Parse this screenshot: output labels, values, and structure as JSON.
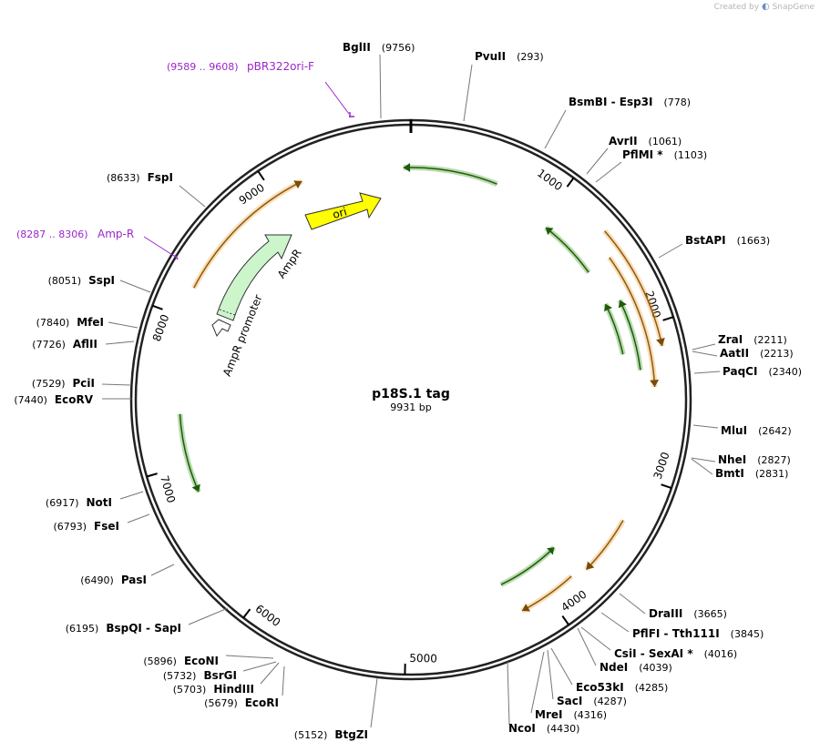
{
  "branding": {
    "created_by": "Created by",
    "product": "SnapGene"
  },
  "plasmid": {
    "name": "p18S.1 tag",
    "size": "9931 bp"
  },
  "ticks": [
    "1000",
    "2000",
    "3000",
    "4000",
    "5000",
    "6000",
    "7000",
    "8000",
    "9000"
  ],
  "sites": [
    {
      "pos": "(9756)",
      "name": "BglII"
    },
    {
      "pos": "(293)",
      "name": "PvuII"
    },
    {
      "pos": "(778)",
      "name": "BsmBI  - Esp3I"
    },
    {
      "pos": "(1061)",
      "name": "AvrII"
    },
    {
      "pos": "(1103)",
      "name": "PflMI *"
    },
    {
      "pos": "(1663)",
      "name": "BstAPI"
    },
    {
      "pos": "(2211)",
      "name": "ZraI"
    },
    {
      "pos": "(2213)",
      "name": "AatII"
    },
    {
      "pos": "(2340)",
      "name": "PaqCI"
    },
    {
      "pos": "(2642)",
      "name": "MluI"
    },
    {
      "pos": "(2827)",
      "name": "NheI"
    },
    {
      "pos": "(2831)",
      "name": "BmtI"
    },
    {
      "pos": "(3665)",
      "name": "DraIII"
    },
    {
      "pos": "(3845)",
      "name": "PflFI  - Tth111I"
    },
    {
      "pos": "(4016)",
      "name": "CsiI  - SexAI *"
    },
    {
      "pos": "(4039)",
      "name": "NdeI"
    },
    {
      "pos": "(4285)",
      "name": "Eco53kI"
    },
    {
      "pos": "(4287)",
      "name": "SacI"
    },
    {
      "pos": "(4316)",
      "name": "MreI"
    },
    {
      "pos": "(4430)",
      "name": "NcoI"
    },
    {
      "pos": "(5152)",
      "name": "BtgZI"
    },
    {
      "pos": "(5679)",
      "name": "EcoRI"
    },
    {
      "pos": "(5703)",
      "name": "HindIII"
    },
    {
      "pos": "(5732)",
      "name": "BsrGI"
    },
    {
      "pos": "(5896)",
      "name": "EcoNI"
    },
    {
      "pos": "(6195)",
      "name": "BspQI  - SapI"
    },
    {
      "pos": "(6490)",
      "name": "PasI"
    },
    {
      "pos": "(6793)",
      "name": "FseI"
    },
    {
      "pos": "(6917)",
      "name": "NotI"
    },
    {
      "pos": "(7440)",
      "name": "EcoRV"
    },
    {
      "pos": "(7529)",
      "name": "PciI"
    },
    {
      "pos": "(7726)",
      "name": "AflII"
    },
    {
      "pos": "(7840)",
      "name": "MfeI"
    },
    {
      "pos": "(8051)",
      "name": "SspI"
    },
    {
      "pos": "(8633)",
      "name": "FspI"
    }
  ],
  "primers": [
    {
      "pos": "(9589 .. 9608)",
      "name": "pBR322ori-F"
    },
    {
      "pos": "(8287 .. 8306)",
      "name": "Amp-R"
    }
  ],
  "features": [
    {
      "name": "ori",
      "color": "#ffff00"
    },
    {
      "name": "AmpR",
      "color": "#ccf5cc"
    },
    {
      "name": "AmpR promoter",
      "color": "#ffffff"
    }
  ],
  "colors": {
    "orange_arc": "#f0a030",
    "green_arc": "#3a9a1a",
    "primer": "#9b27c9"
  }
}
